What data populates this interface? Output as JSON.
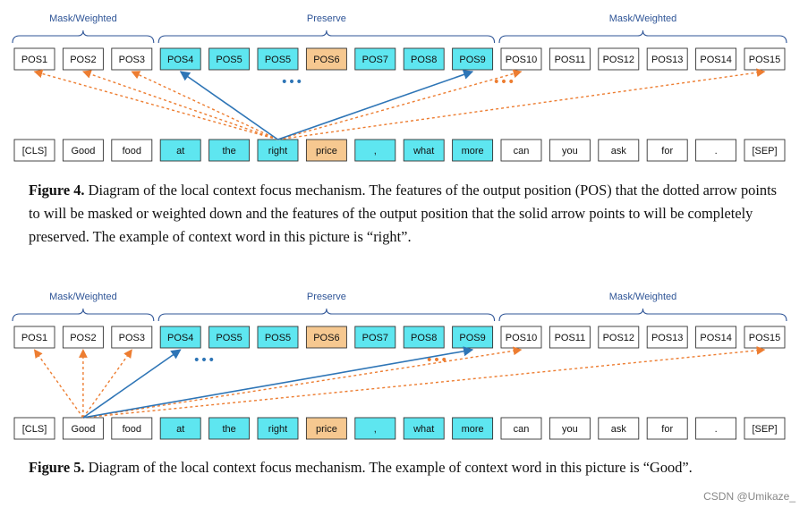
{
  "colors": {
    "cyan": "#5ee6f0",
    "orange": "#f6c890",
    "white": "#ffffff",
    "border": "#333333",
    "brace": "#2f5597",
    "label": "#2f5597",
    "solid_arrow": "#2e75b6",
    "dotted_arrow": "#ed7d31"
  },
  "brace_labels": [
    "Mask/Weighted",
    "Preserve",
    "Mask/Weighted"
  ],
  "positions": [
    "POS1",
    "POS2",
    "POS3",
    "POS4",
    "POS5",
    "POS5",
    "POS6",
    "POS7",
    "POS8",
    "POS9",
    "POS10",
    "POS11",
    "POS12",
    "POS13",
    "POS14",
    "POS15"
  ],
  "position_fills": [
    "white",
    "white",
    "white",
    "cyan",
    "cyan",
    "cyan",
    "orange",
    "cyan",
    "cyan",
    "cyan",
    "white",
    "white",
    "white",
    "white",
    "white",
    "white"
  ],
  "tokens": [
    "[CLS]",
    "Good",
    "food",
    "at",
    "the",
    "right",
    "price",
    ",",
    "what",
    "more",
    "can",
    "you",
    "ask",
    "for",
    ".",
    "[SEP]"
  ],
  "token_fills": [
    "white",
    "white",
    "white",
    "cyan",
    "cyan",
    "cyan",
    "orange",
    "cyan",
    "cyan",
    "cyan",
    "white",
    "white",
    "white",
    "white",
    "white",
    "white"
  ],
  "ellipsis": "•••",
  "diagrams": [
    {
      "context_index": 5,
      "solid_targets": [
        3,
        9
      ],
      "dotted_targets": [
        0,
        1,
        2,
        10,
        15
      ],
      "caption_label": "Figure 4.",
      "caption_text": " Diagram of the local context focus mechanism. The features of the output position (POS) that the dotted arrow points to will be masked or weighted down and the features of the output position that the solid arrow points to will be completely preserved. The example of context word in this picture is “right”."
    },
    {
      "context_index": 1,
      "solid_targets": [
        3,
        9
      ],
      "dotted_targets": [
        0,
        1,
        2,
        10,
        15
      ],
      "caption_label": "Figure 5.",
      "caption_text": " Diagram of the local context focus mechanism. The example of context word in this picture is “Good”."
    }
  ],
  "watermark": "CSDN @Umikaze_"
}
